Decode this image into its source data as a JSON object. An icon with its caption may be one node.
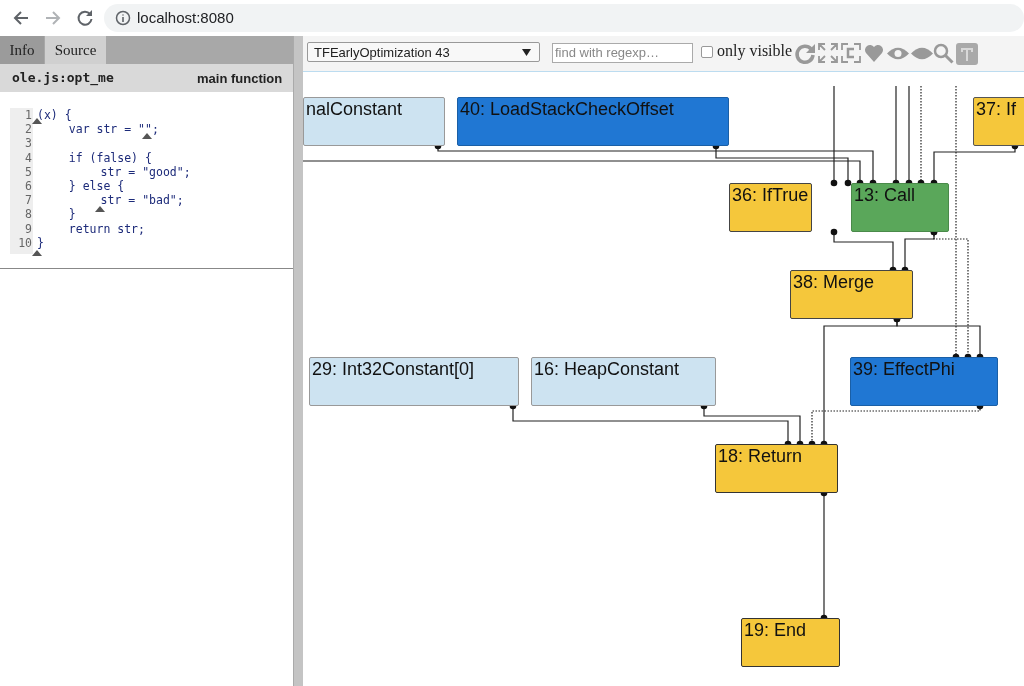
{
  "diagram": {
    "nodes": [
      {
        "text": [
          "nalConstant"
        ]
      },
      {
        "text": [
          "40: LoadStackCheckOffset"
        ]
      },
      {
        "text": [
          "37: If"
        ]
      },
      {
        "text": [
          "36: IfTrue"
        ]
      },
      {
        "text": [
          "13: Call"
        ]
      },
      {
        "text": [
          "38: Merge"
        ]
      },
      {
        "text": [
          "29: Int32Constant[0]"
        ]
      },
      {
        "text": [
          "16: HeapConstant"
        ]
      },
      {
        "text": [
          "39: EffectPhi"
        ]
      },
      {
        "text": [
          "18: Return"
        ]
      },
      {
        "text": [
          "19: End"
        ]
      }
    ],
    "edges": [
      {
        "from": 1,
        "to": 4,
        "arrow": "other"
      },
      {
        "from": null,
        "to": 4,
        "arrow": "other"
      },
      {
        "from": 0,
        "to": 4,
        "arrow": "other"
      },
      {
        "from": null,
        "to": 4,
        "arrow": "other"
      },
      {
        "from": null,
        "to": 4,
        "arrow": "other"
      },
      {
        "from": null,
        "to": 4,
        "arrow": "other",
        "style": "dashed"
      },
      {
        "from": 2,
        "to": 4,
        "arrow": "other"
      },
      {
        "from": null,
        "to": 3,
        "arrow": "other"
      },
      {
        "from": 3,
        "to": 5,
        "arrow": "other"
      },
      {
        "from": 4,
        "to": 5,
        "arrow": "other"
      },
      {
        "from": 4,
        "to": 8,
        "arrow": "other",
        "style": "dashed"
      },
      {
        "from": null,
        "to": 8,
        "arrow": "other",
        "style": "dashed"
      },
      {
        "from": 5,
        "to": 8,
        "arrow": "other"
      },
      {
        "from": 5,
        "to": 9,
        "arrow": "other"
      },
      {
        "from": 6,
        "to": 9,
        "arrow": "other"
      },
      {
        "from": 7,
        "to": 9,
        "arrow": "other"
      },
      {
        "from": 8,
        "to": 9,
        "arrow": "other",
        "style": "dashed"
      },
      {
        "from": 9,
        "to": 10,
        "arrow": "other"
      }
    ],
    "labels": [
      "localhost:8080",
      "Info",
      "Source",
      "ole.js:opt_me",
      "main function",
      "1",
      "(x) {",
      "2",
      "var str = \"\";",
      "3",
      "4",
      "if (false) {",
      "5",
      "str = \"good\";",
      "6",
      "} else {",
      "7",
      "str = \"bad\";",
      "8",
      "}",
      "9",
      "return str;",
      "10",
      "}",
      "TFEarlyOptimization 43",
      "find with regexp…",
      "only visible"
    ]
  }
}
